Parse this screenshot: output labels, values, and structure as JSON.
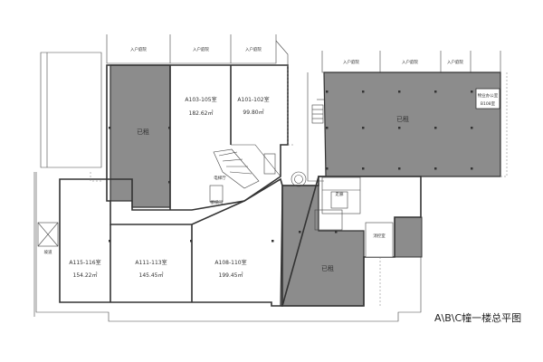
{
  "title": "A\\B\\C幢一楼总平图",
  "colors": {
    "rented": "#8c8c8c",
    "wall": "#333333",
    "background": "#ffffff"
  },
  "rented_label": "已租",
  "entrance_label": "入户庭院",
  "units": [
    {
      "name": "A103-105室",
      "area": "182.62㎡"
    },
    {
      "name": "A101-102室",
      "area": "99.80㎡"
    },
    {
      "name": "A115-116室",
      "area": "154.22㎡"
    },
    {
      "name": "A111-113室",
      "area": "145.45㎡"
    },
    {
      "name": "A108-110室",
      "area": "199.45㎡"
    }
  ],
  "property_office": {
    "name": "物业办公室",
    "area": "B108室"
  },
  "misc_labels": {
    "elevator": "电梯厅",
    "stair": "楼梯间",
    "corridor": "走廊",
    "fire_room": "消控室",
    "ramp": "坡道"
  }
}
